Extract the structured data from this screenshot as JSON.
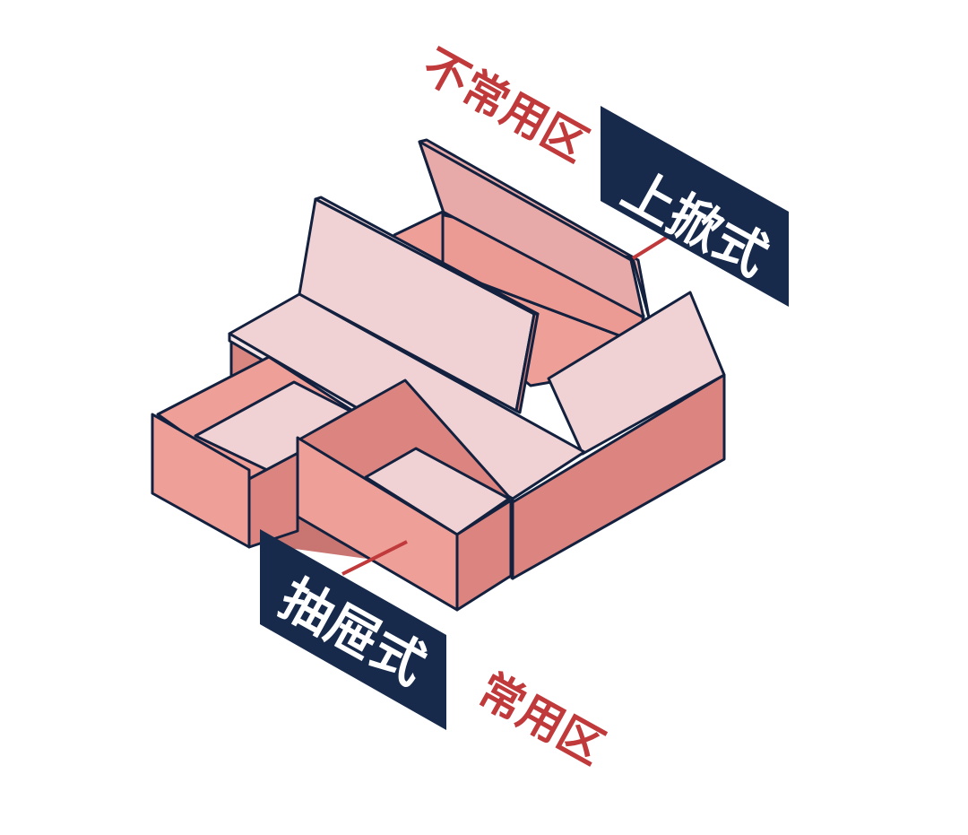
{
  "labels": {
    "top_zone": "不常用区",
    "top_type": "上掀式",
    "bottom_type": "抽屉式",
    "bottom_zone": "常用区"
  },
  "colors": {
    "navy": "#172a4c",
    "red": "#c0393b",
    "outline": "#13213f",
    "pink_light": "#f0d2d4",
    "pink_mid": "#e8aaa9",
    "salmon": "#ee9f98",
    "salmon_dark": "#dc8580"
  }
}
